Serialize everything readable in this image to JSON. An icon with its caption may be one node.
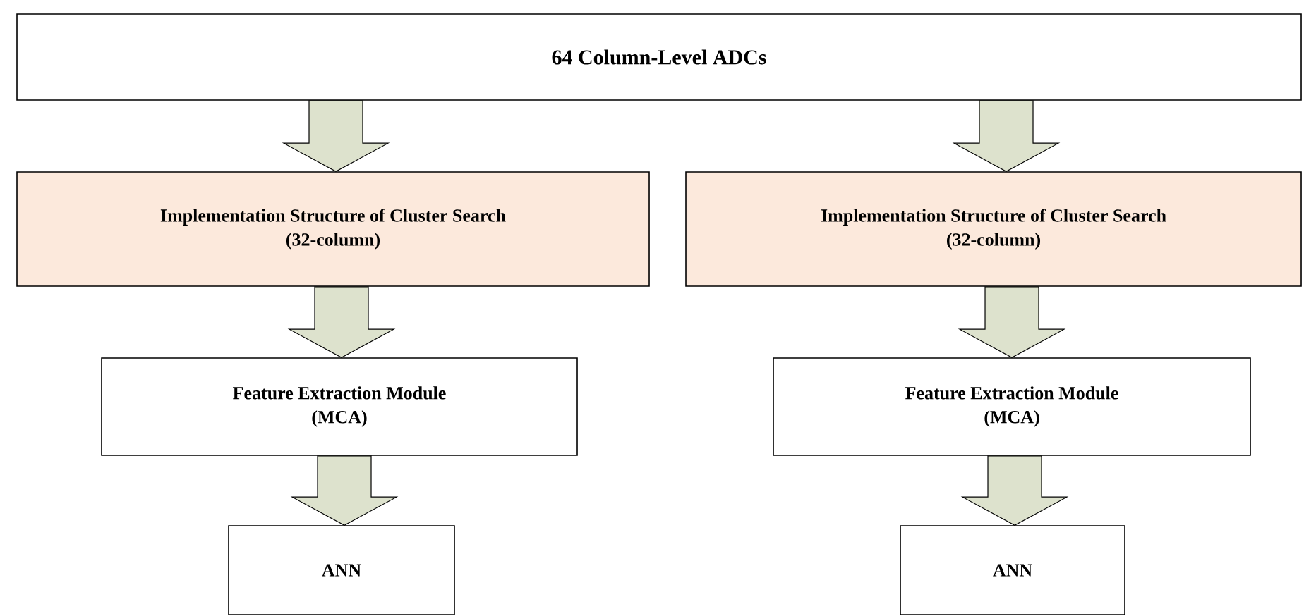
{
  "diagram": {
    "nodes": [
      {
        "text": [
          "64 Column-Level ADCs"
        ]
      },
      {
        "text": [
          "Implementation Structure of Cluster Search (32-column)"
        ]
      },
      {
        "text": [
          "Implementation Structure of Cluster Search (32-column)"
        ]
      },
      {
        "text": [
          "Feature Extraction Module (MCA)"
        ]
      },
      {
        "text": [
          "Feature Extraction Module (MCA)"
        ]
      },
      {
        "text": [
          "ANN"
        ]
      },
      {
        "text": [
          "ANN"
        ]
      }
    ],
    "edges": [
      {
        "from": 0,
        "to": 1,
        "arrow": "to"
      },
      {
        "from": 0,
        "to": 2,
        "arrow": "to"
      },
      {
        "from": 1,
        "to": 3,
        "arrow": "to"
      },
      {
        "from": 2,
        "to": 4,
        "arrow": "to"
      },
      {
        "from": 3,
        "to": 5,
        "arrow": "to"
      },
      {
        "from": 4,
        "to": 6,
        "arrow": "to"
      }
    ]
  }
}
